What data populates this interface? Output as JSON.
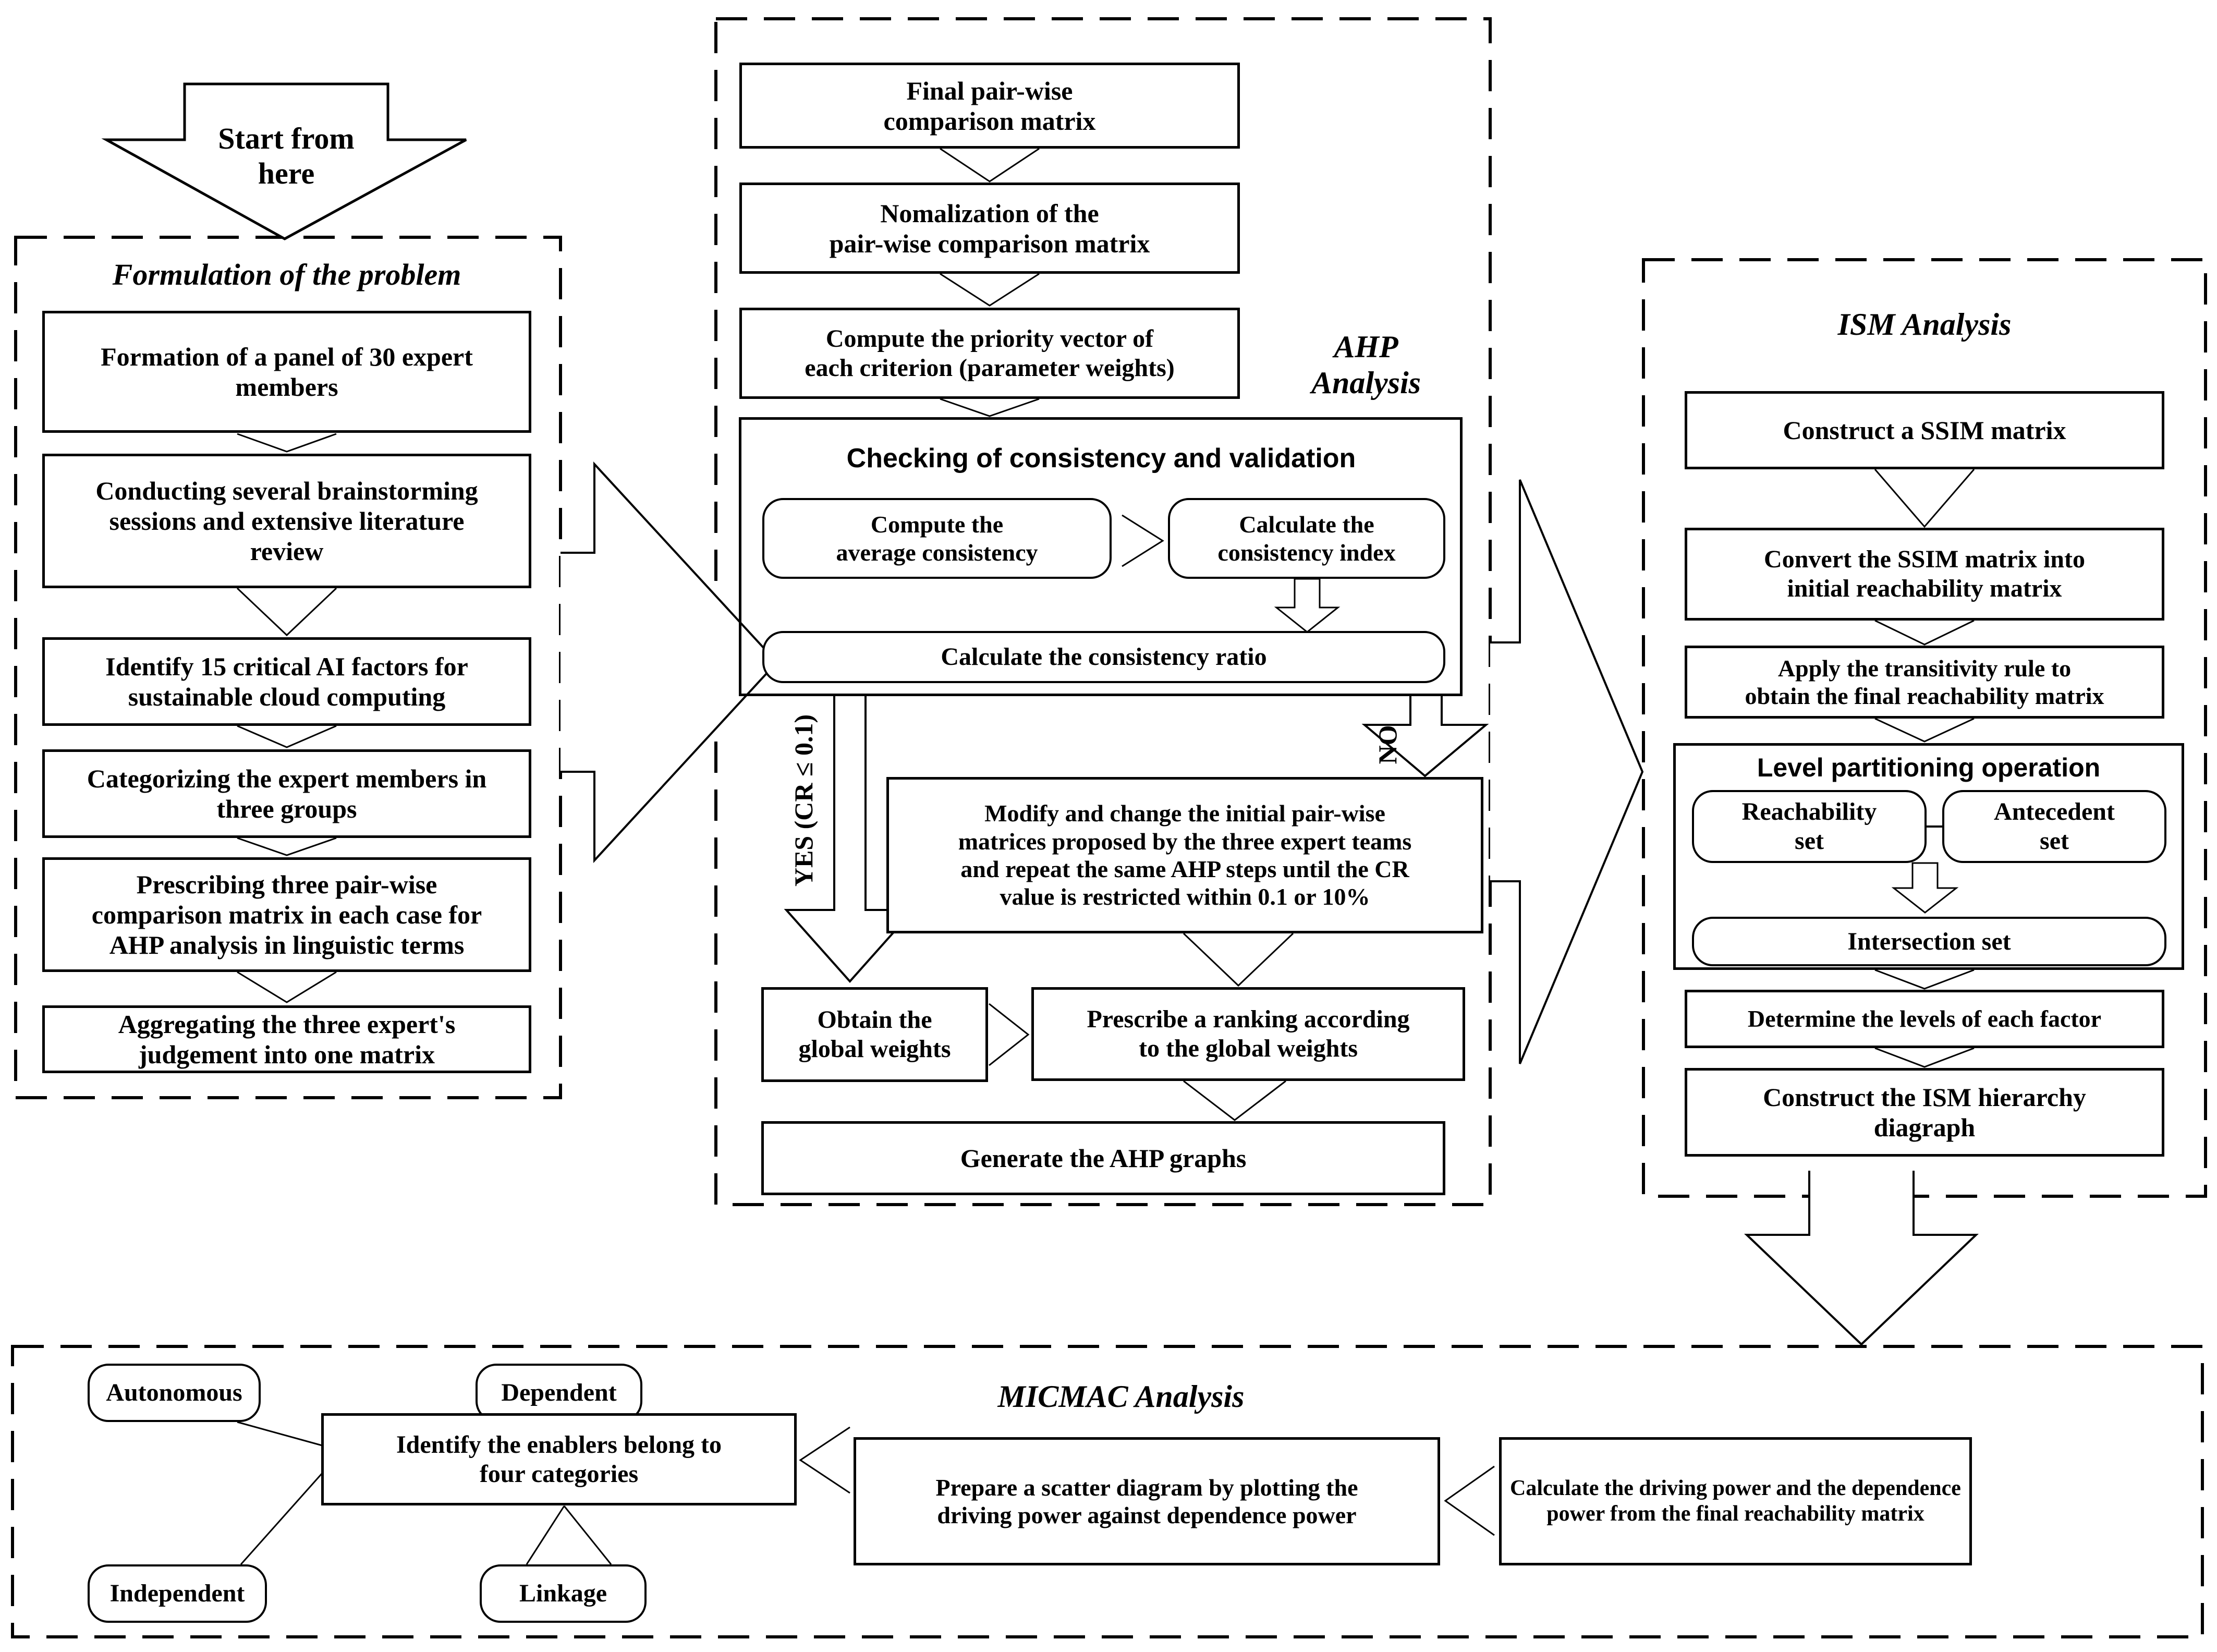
{
  "start": {
    "label": "Start from\nhere"
  },
  "formulation": {
    "title": "Formulation of the problem",
    "steps": [
      "Formation of a panel of 30 expert\nmembers",
      "Conducting several brainstorming\nsessions and extensive literature\nreview",
      "Identify 15 critical AI factors for\nsustainable cloud computing",
      "Categorizing the expert members in\nthree groups",
      "Prescribing three pair-wise\ncomparison matrix in each case for\nAHP analysis in linguistic terms",
      "Aggregating the three expert's\njudgement into one matrix"
    ]
  },
  "ahp": {
    "label": "AHP\nAnalysis",
    "steps": [
      "Final pair-wise\ncomparison matrix",
      "Nomalization of the\npair-wise comparison matrix",
      "Compute the priority vector of\neach criterion (parameter weights)"
    ],
    "checking": {
      "title": "Checking of consistency and validation",
      "compute_avg": "Compute the\naverage consistency",
      "calc_index": "Calculate the\nconsistency index",
      "calc_ratio": "Calculate the consistency ratio"
    },
    "yes_label": "YES (CR ≤ 0.1)",
    "no_label": "NO",
    "modify": "Modify and change the initial pair-wise\nmatrices proposed by the three expert teams\nand repeat the same AHP steps until the CR\nvalue is restricted within 0.1 or 10%",
    "obtain": "Obtain the\nglobal weights",
    "prescribe": "Prescribe a ranking according\nto the global weights",
    "generate": "Generate the AHP graphs"
  },
  "ism": {
    "title": "ISM Analysis",
    "steps": [
      "Construct a SSIM matrix",
      "Convert the SSIM matrix into\ninitial reachability matrix",
      "Apply the transitivity rule to\nobtain the final reachability matrix"
    ],
    "level": {
      "title": "Level partitioning operation",
      "reachability": "Reachability\nset",
      "antecedent": "Antecedent\nset",
      "intersection": "Intersection set"
    },
    "determine": "Determine the levels of each factor",
    "construct": "Construct the ISM hierarchy\ndiagraph"
  },
  "micmac": {
    "title": "MICMAC Analysis",
    "autonomous": "Autonomous",
    "dependent": "Dependent",
    "independent": "Independent",
    "linkage": "Linkage",
    "identify": "Identify the enablers belong to\nfour categories",
    "prepare": "Prepare a scatter diagram by plotting the\ndriving power against dependence power",
    "calculate": "Calculate the driving power and the dependence\npower from the final reachability matrix"
  },
  "colors": {
    "ink": "#000000",
    "background": "#ffffff"
  }
}
